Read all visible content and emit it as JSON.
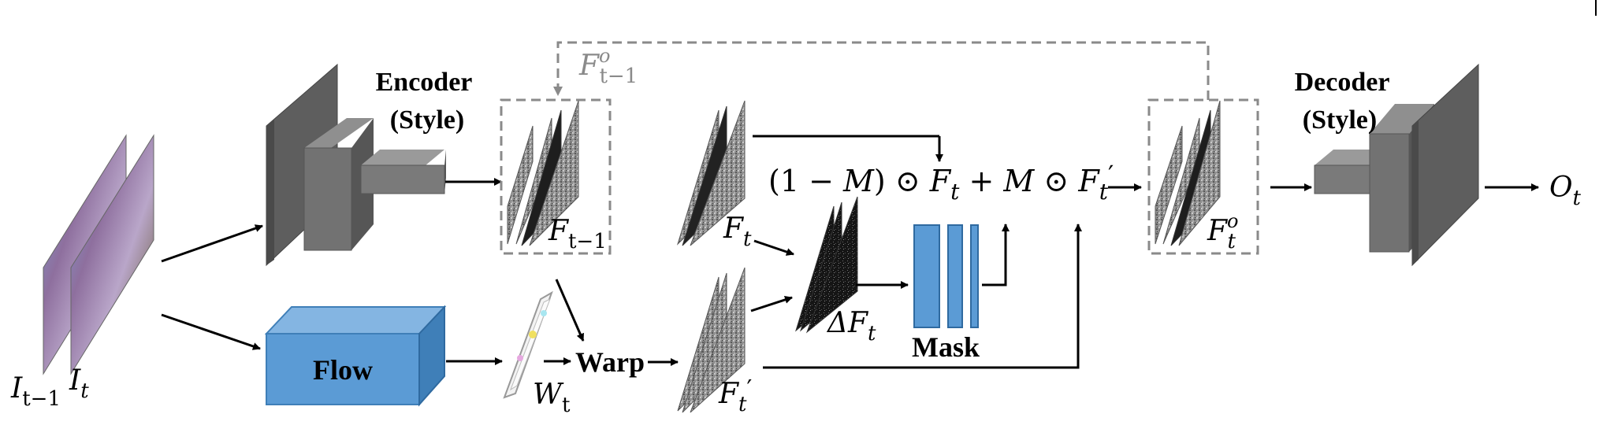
{
  "labels": {
    "encoder_line1": "Encoder",
    "encoder_line2": "(Style)",
    "decoder_line1": "Decoder",
    "decoder_line2": "(Style)",
    "flow": "Flow",
    "warp": "Warp",
    "mask": "Mask"
  },
  "math": {
    "input_prev_base": "I",
    "input_prev_sub": "t−1",
    "input_cur_base": "I",
    "input_cur_sub": "t",
    "fo_prev_base": "F",
    "fo_prev_sub": "t−1",
    "fo_prev_sup": "o",
    "f_prev_base": "F",
    "f_prev_sub": "t−1",
    "ft_base": "F",
    "ft_sub": "t",
    "wt_base": "W",
    "wt_sub": "t",
    "ftp_base": "F",
    "ftp_sub": "t",
    "ftp_prime": "′",
    "delta_base": "ΔF",
    "delta_sub": "t",
    "formula_a": "(1 − ",
    "formula_m1": "M",
    "formula_b": ") ⊙ ",
    "formula_f1": "F",
    "formula_f1_sub": "t",
    "formula_c": " + ",
    "formula_m2": "M",
    "formula_d": " ⊙ ",
    "formula_f2": "F",
    "formula_f2_sub": "t",
    "formula_f2_prime": "′",
    "fo_base": "F",
    "fo_sub": "t",
    "fo_sup": "o",
    "out_base": "O",
    "out_sub": "t"
  },
  "colors": {
    "encoder_front": "#6d6d6d",
    "encoder_side": "#4f4f4f",
    "encoder_top": "#8c8c8c",
    "flow_front": "#5b9bd5",
    "flow_top": "#84b5e2",
    "flow_side": "#3f7fb8",
    "mask_bar": "#5b9bd5",
    "dashed": "#8a8a8a",
    "arrow": "#000000"
  }
}
